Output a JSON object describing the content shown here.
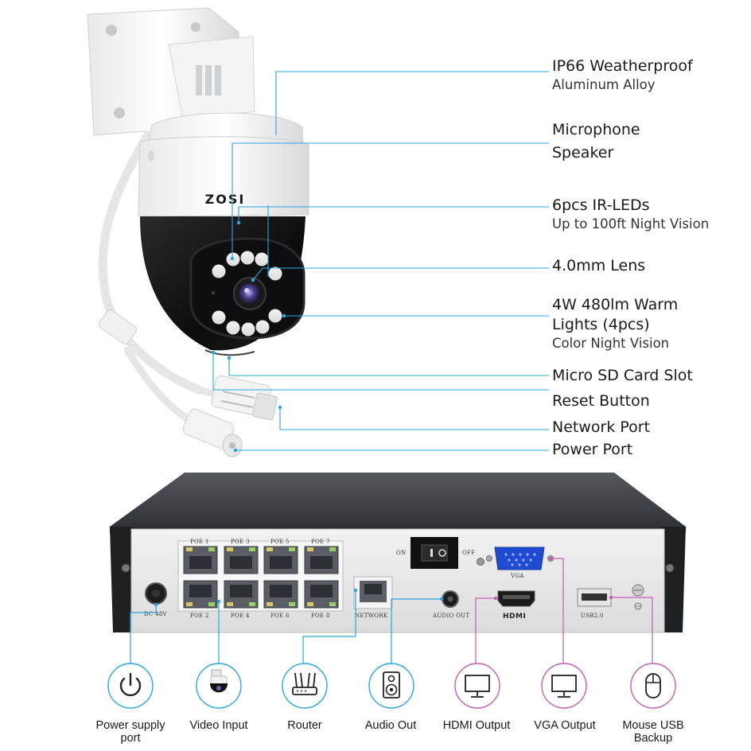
{
  "camera": {
    "brand": "ZOSI",
    "callouts": [
      {
        "title": "IP66 Weatherproof",
        "subtitle": "Aluminum Alloy"
      },
      {
        "title": "Microphone",
        "subtitle": ""
      },
      {
        "title": "Speaker",
        "subtitle": ""
      },
      {
        "title": "6pcs IR-LEDs",
        "subtitle": "Up to 100ft Night Vision"
      },
      {
        "title": "4.0mm Lens",
        "subtitle": ""
      },
      {
        "title": "4W 480lm Warm",
        "subtitle": ""
      },
      {
        "title": "Lights (4pcs)",
        "subtitle": "Color Night Vision"
      },
      {
        "title": "Micro SD Card Slot",
        "subtitle": ""
      },
      {
        "title": "Reset Button",
        "subtitle": ""
      },
      {
        "title": "Network Port",
        "subtitle": ""
      },
      {
        "title": "Power Port",
        "subtitle": ""
      }
    ]
  },
  "nvr": {
    "poe_top": [
      "POE 1",
      "POE 3",
      "POE 5",
      "POE 7"
    ],
    "poe_bottom": [
      "POE 2",
      "POE 4",
      "POE 6",
      "POE 8"
    ],
    "dc": "DC 48V",
    "network": "NETWORK",
    "audio_out": "AUDIO OUT",
    "on": "ON",
    "off": "OFF",
    "vga": "VGA",
    "hdmi": "HDMI",
    "usb": "USB2.0"
  },
  "ports": [
    {
      "label": "Power supply port",
      "icon": "power-icon",
      "color": "#2aa7df"
    },
    {
      "label": "Video Input",
      "icon": "camera-icon",
      "color": "#2aa7df"
    },
    {
      "label": "Router",
      "icon": "router-icon",
      "color": "#2aa7df"
    },
    {
      "label": "Audio Out",
      "icon": "speaker-icon",
      "color": "#2aa7df"
    },
    {
      "label": "HDMI Output",
      "icon": "monitor-icon",
      "color": "#c15fb5"
    },
    {
      "label": "VGA Output",
      "icon": "monitor-icon",
      "color": "#c15fb5"
    },
    {
      "label": "Mouse USB Backup",
      "icon": "mouse-icon",
      "color": "#c15fb5"
    }
  ]
}
